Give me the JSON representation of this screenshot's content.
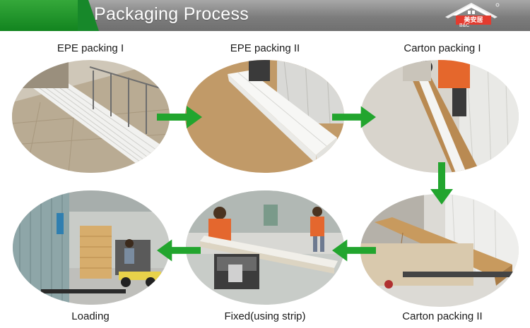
{
  "header": {
    "title": "Packaging Process",
    "accent_color": "#1a8a28",
    "logo_text": "美安居",
    "logo_sub": "B&C"
  },
  "steps": [
    {
      "label": "EPE packing I",
      "image": "pvc-panels-stacked-photo"
    },
    {
      "label": "EPE packing II",
      "image": "epe-foam-wrapped-photo"
    },
    {
      "label": "Carton packing I",
      "image": "carton-box-photo"
    },
    {
      "label": "Carton packing II",
      "image": "cartons-stacked-photo"
    },
    {
      "label": "Fixed(using strip)",
      "image": "strapping-machine-photo"
    },
    {
      "label": "Loading",
      "image": "forklift-loading-photo"
    }
  ],
  "arrows": [
    {
      "direction": "right",
      "icon": "right-arrow-icon"
    },
    {
      "direction": "right",
      "icon": "right-arrow-icon"
    },
    {
      "direction": "down",
      "icon": "down-arrow-icon"
    },
    {
      "direction": "left",
      "icon": "left-arrow-icon"
    },
    {
      "direction": "left",
      "icon": "left-arrow-icon"
    }
  ],
  "colors": {
    "arrow": "#22a52e",
    "header_grey": "#8a8a8a"
  }
}
